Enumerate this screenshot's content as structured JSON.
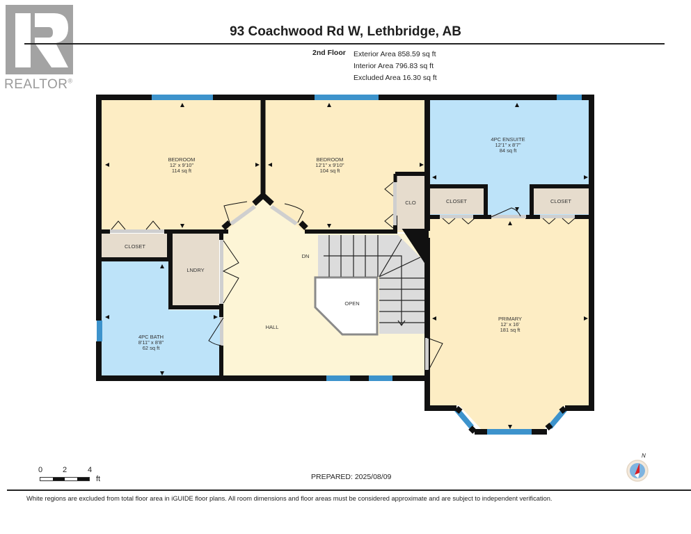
{
  "branding": {
    "logo_text": "REALTOR",
    "registered_mark": "®"
  },
  "header": {
    "title": "93 Coachwood Rd W, Lethbridge, AB",
    "floor_label": "2nd Floor",
    "areas": [
      "Exterior Area 858.59 sq ft",
      "Interior Area 796.83 sq ft",
      "Excluded Area 16.30 sq ft"
    ]
  },
  "rooms": {
    "bedroom1": {
      "name": "BEDROOM",
      "dims": "12' x 9'10\"",
      "area": "114 sq ft"
    },
    "bedroom2": {
      "name": "BEDROOM",
      "dims": "12'1\" x 9'10\"",
      "area": "104 sq ft"
    },
    "ensuite": {
      "name": "4PC ENSUITE",
      "dims": "12'1\" x 8'7\"",
      "area": "84 sq ft"
    },
    "bath": {
      "name": "4PC BATH",
      "dims": "8'11\" x 8'8\"",
      "area": "62 sq ft"
    },
    "primary": {
      "name": "PRIMARY",
      "dims": "12' x 16'",
      "area": "181 sq ft"
    },
    "closet_left": {
      "name": "CLOSET"
    },
    "closet_ensuite_left": {
      "name": "CLOSET"
    },
    "closet_ensuite_right": {
      "name": "CLOSET"
    },
    "clo": {
      "name": "CLO"
    },
    "laundry": {
      "name": "LNDRY"
    },
    "hall": {
      "name": "HALL"
    },
    "open": {
      "name": "OPEN"
    },
    "stairs": {
      "label": "DN"
    }
  },
  "scale": {
    "ticks": [
      "0",
      "2",
      "4"
    ],
    "unit": "ft"
  },
  "compass": {
    "north_label": "N"
  },
  "footer": {
    "prepared": "PREPARED: 2025/08/09",
    "disclaimer": "White regions are excluded from total floor area in iGUIDE floor plans. All room dimensions and floor areas must be considered approximate and are subject to independent verification."
  },
  "colors": {
    "wall": "#111111",
    "bedroom_fill": "#fdedc4",
    "hall_fill": "#fdf5d6",
    "bath_fill": "#bde3f9",
    "closet_fill": "#e6dccd",
    "stairs_fill": "#dcdcdc",
    "window": "#3d93cc"
  }
}
